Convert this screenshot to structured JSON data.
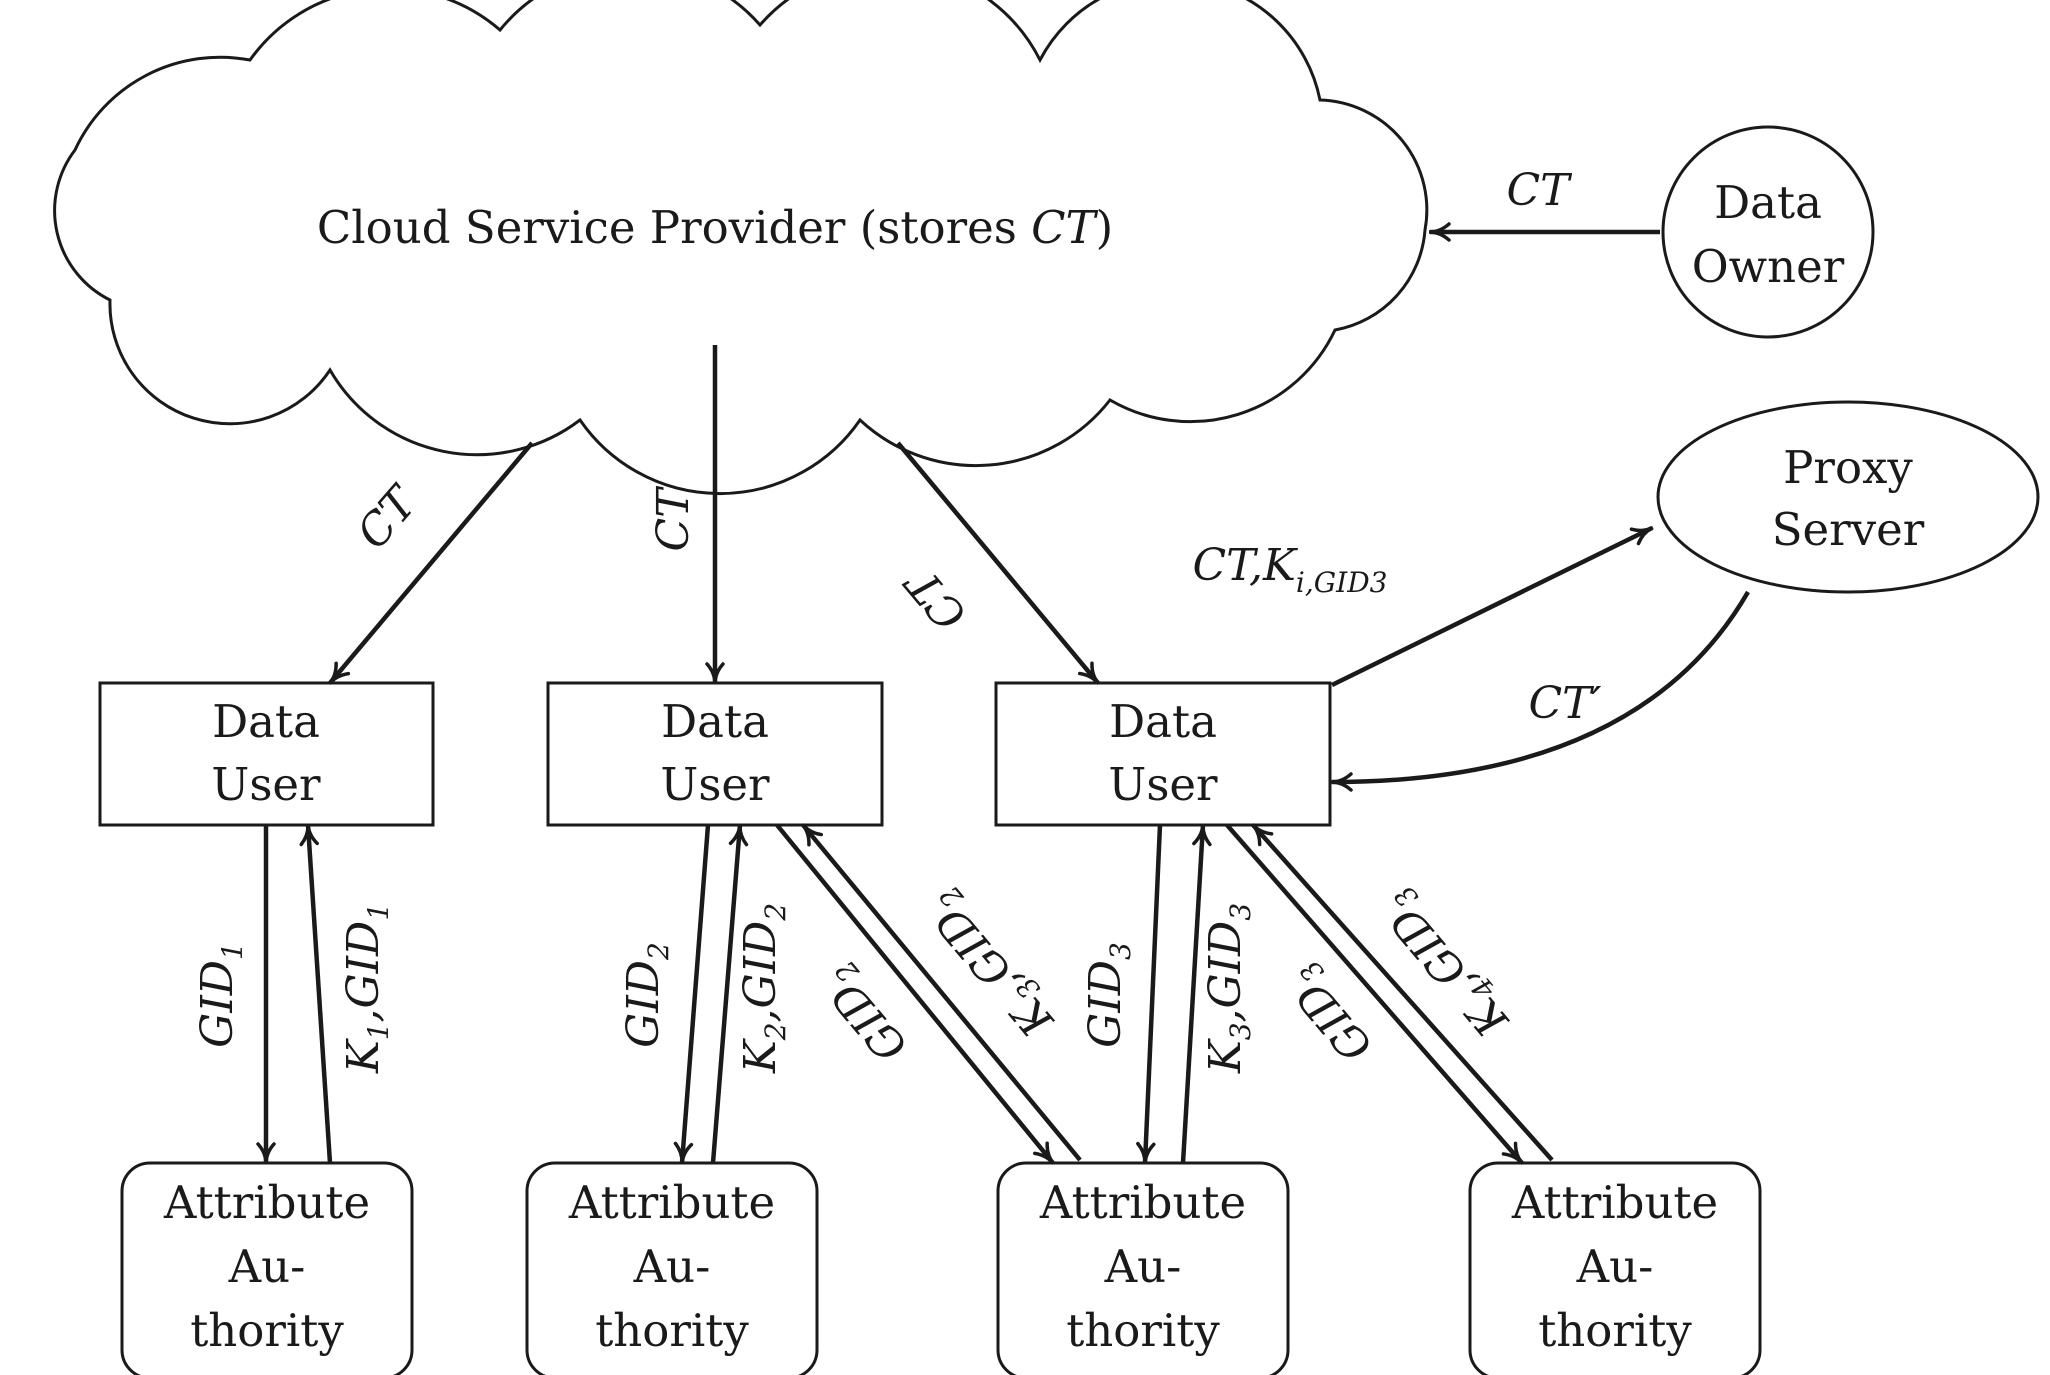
{
  "cloud": {
    "text": "Cloud Service Provider (stores ",
    "ct": "CT",
    "close": ")"
  },
  "data_owner": {
    "line1": "Data",
    "line2": "Owner"
  },
  "proxy_server": {
    "line1": "Proxy",
    "line2": "Server"
  },
  "data_users": [
    {
      "line1": "Data",
      "line2": "User"
    },
    {
      "line1": "Data",
      "line2": "User"
    },
    {
      "line1": "Data",
      "line2": "User"
    }
  ],
  "attribute_authorities": [
    {
      "line1": "Attribute",
      "line2": "Au-",
      "line3": "thority"
    },
    {
      "line1": "Attribute",
      "line2": "Au-",
      "line3": "thority"
    },
    {
      "line1": "Attribute",
      "line2": "Au-",
      "line3": "thority"
    },
    {
      "line1": "Attribute",
      "line2": "Au-",
      "line3": "thority"
    }
  ],
  "edge_labels": {
    "owner_to_cloud": "CT",
    "cloud_to_user1": "CT",
    "cloud_to_user2": "CT",
    "cloud_to_user3": "CT",
    "user3_to_proxy": {
      "main": "CT,K",
      "sub_i": "i,",
      "sub_gid": "GID",
      "sub_n": "3"
    },
    "proxy_to_user3": "CT′",
    "user1_aa1_gid": {
      "main": "GID",
      "sub": "1"
    },
    "aa1_user1_key": {
      "k": "K",
      "k_sub": "1",
      "mid": ",GID",
      "sub": "1"
    },
    "user2_aa2_gid": {
      "main": "GID",
      "sub": "2"
    },
    "aa2_user2_key": {
      "k": "K",
      "k_sub": "2",
      "mid": ",GID",
      "sub": "2"
    },
    "user2_aa3_gid": {
      "main": "GID",
      "sub": "2"
    },
    "aa3_user2_key": {
      "k": "K",
      "k_sub": "3",
      "mid": ",GID",
      "sub": "2"
    },
    "user3_aa3_gid": {
      "main": "GID",
      "sub": "3"
    },
    "aa3_user3_key": {
      "k": "K",
      "k_sub": "3",
      "mid": ",GID",
      "sub": "3"
    },
    "user3_aa4_gid": {
      "main": "GID",
      "sub": "3"
    },
    "aa4_user3_key": {
      "k": "K",
      "k_sub": "4",
      "mid": ",GID",
      "sub": "3"
    }
  }
}
